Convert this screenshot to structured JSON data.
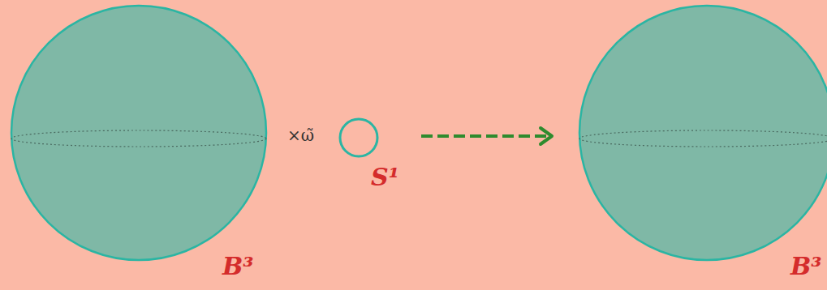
{
  "diagram": {
    "nodes": [
      {
        "text": [
          "B³"
        ]
      },
      {
        "text": [
          "S¹"
        ]
      },
      {
        "text": [
          "B³"
        ]
      }
    ],
    "edges": [
      {
        "from": 1,
        "to": 2,
        "arrow": "to"
      }
    ],
    "labels": [
      "×ω̃"
    ]
  }
}
